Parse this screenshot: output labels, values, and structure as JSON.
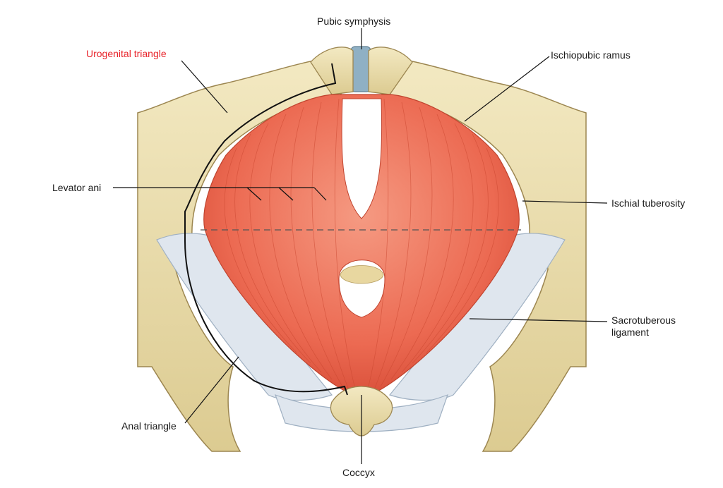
{
  "labels": {
    "pubic_symphysis": "Pubic symphysis",
    "urogenital_triangle": "Urogenital triangle",
    "ischiopubic_ramus": "Ischiopubic ramus",
    "levator_ani": "Levator ani",
    "ischial_tuberosity": "Ischial tuberosity",
    "sacrotuberous_ligament_line1": "Sacrotuberous",
    "sacrotuberous_ligament_line2": "ligament",
    "anal_triangle": "Anal triangle",
    "coccyx": "Coccyx"
  },
  "colors": {
    "bone": "#efe3b4",
    "bone_shadow": "#c9b47c",
    "muscle": "#ec6a52",
    "muscle_light": "#f4907a",
    "ligament": "#dfe6ee",
    "cartilage": "#8fb0c4",
    "highlight_label": "#e8232a"
  }
}
